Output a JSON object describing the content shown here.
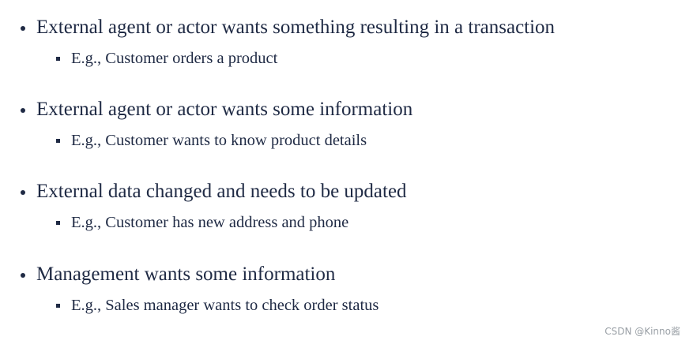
{
  "bullets": [
    {
      "text": "External agent or actor wants something resulting in a transaction",
      "sub": "E.g., Customer orders a product"
    },
    {
      "text": "External agent or actor wants some information",
      "sub": "E.g., Customer wants to know product details"
    },
    {
      "text": "External data changed and needs to be updated",
      "sub": "E.g., Customer has new address and phone"
    },
    {
      "text": "Management wants some information",
      "sub": "E.g., Sales manager wants to check order status"
    }
  ],
  "watermark": "CSDN @Kinno酱"
}
